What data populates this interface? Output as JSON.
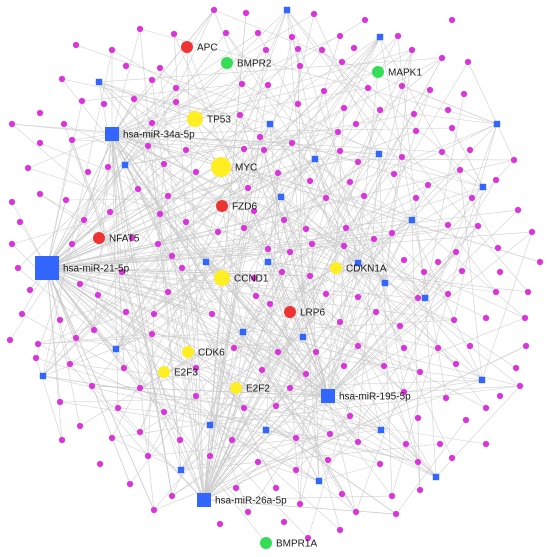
{
  "colors": {
    "mirna": "#3366ff",
    "oncogene": "#ffee22",
    "tumor_suppressor": "#ee3333",
    "signaling_gene": "#33dd55",
    "other_target": "#dd33dd",
    "edge": "#c9c9c9"
  },
  "labeled_nodes": [
    {
      "id": "mir21",
      "label": "hsa-miR-21-5p",
      "category": "mirna",
      "weight": 3
    },
    {
      "id": "mir34a",
      "label": "hsa-miR-34a-5p",
      "category": "mirna",
      "weight": 2
    },
    {
      "id": "mir195",
      "label": "hsa-miR-195-5p",
      "category": "mirna",
      "weight": 2
    },
    {
      "id": "mir26a",
      "label": "hsa-miR-26a-5p",
      "category": "mirna",
      "weight": 2
    },
    {
      "id": "apc",
      "label": "APC",
      "category": "tumor_suppressor",
      "weight": 1
    },
    {
      "id": "bmpr2",
      "label": "BMPR2",
      "category": "signaling_gene",
      "weight": 1
    },
    {
      "id": "mapk1",
      "label": "MAPK1",
      "category": "signaling_gene",
      "weight": 1
    },
    {
      "id": "tp53",
      "label": "TP53",
      "category": "oncogene",
      "weight": 2
    },
    {
      "id": "myc",
      "label": "MYC",
      "category": "oncogene",
      "weight": 3
    },
    {
      "id": "fzd6",
      "label": "FZD6",
      "category": "tumor_suppressor",
      "weight": 1
    },
    {
      "id": "nfat5",
      "label": "NFAT5",
      "category": "tumor_suppressor",
      "weight": 1
    },
    {
      "id": "ccnd1",
      "label": "CCND1",
      "category": "oncogene",
      "weight": 2
    },
    {
      "id": "cdkn1a",
      "label": "CDKN1A",
      "category": "oncogene",
      "weight": 1
    },
    {
      "id": "lrp6",
      "label": "LRP6",
      "category": "tumor_suppressor",
      "weight": 1
    },
    {
      "id": "cdk6",
      "label": "CDK6",
      "category": "oncogene",
      "weight": 1
    },
    {
      "id": "e2f3",
      "label": "E2F3",
      "category": "oncogene",
      "weight": 1
    },
    {
      "id": "e2f2",
      "label": "E2F2",
      "category": "oncogene",
      "weight": 1
    },
    {
      "id": "bmpr1a",
      "label": "BMPR1A",
      "category": "signaling_gene",
      "weight": 1
    }
  ]
}
